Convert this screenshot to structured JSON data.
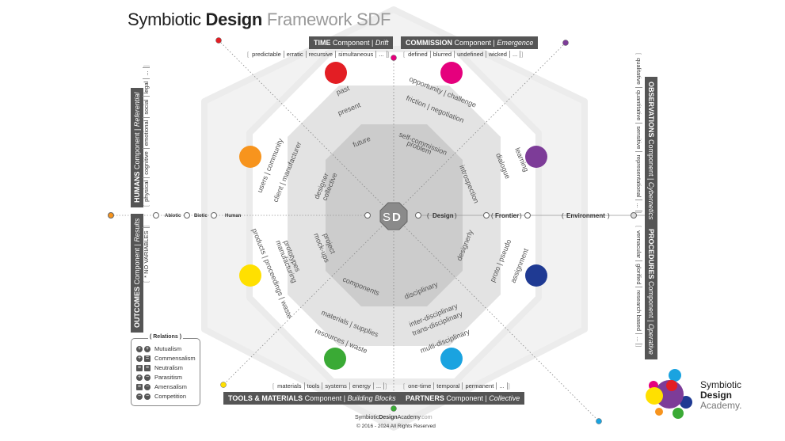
{
  "title": {
    "part1": "Symbiotic ",
    "part2": "Design",
    "part3": " Framework SDF"
  },
  "center_logo": {
    "s": "S",
    "d": "D"
  },
  "components": {
    "time": {
      "name": "TIME",
      "word": " Component | ",
      "sub": "Drift",
      "vars": [
        "predictable",
        "erratic",
        "recursive",
        "simultaneous",
        "..."
      ]
    },
    "commission": {
      "name": "COMMISSION",
      "word": " Component | ",
      "sub": "Emergence",
      "vars": [
        "defined",
        "blurred",
        "undefined",
        "wicked",
        "..."
      ]
    },
    "observations": {
      "name": "OBSERVATIONS",
      "word": " Component | ",
      "sub": "Cybernetics",
      "vars": [
        "qualitative",
        "quantitative",
        "sensitive",
        "representational",
        "..."
      ]
    },
    "procedures": {
      "name": "PROCEDURES",
      "word": " Component | ",
      "sub": "Operative",
      "vars": [
        "vernacular",
        "glorified",
        "research based",
        "..."
      ]
    },
    "partners": {
      "name": "PARTNERS",
      "word": " Component | ",
      "sub": "Collective",
      "vars": [
        "one-time",
        "temporal",
        "permanent",
        "..."
      ]
    },
    "tools": {
      "name": "TOOLS & MATERIALS",
      "word": " Component | ",
      "sub": "Building Blocks",
      "vars": [
        "materials",
        "tools",
        "systems",
        "energy",
        "..."
      ]
    },
    "outcomes": {
      "name": "OUTCOMES",
      "word": " Component | ",
      "sub": "Results",
      "vars": [
        "* NO VARIABLES"
      ]
    },
    "humans": {
      "name": "HUMANS",
      "word": " Component | ",
      "sub": "Referential",
      "vars": [
        "physical",
        "cognitive",
        "emotional",
        "social",
        "legal",
        "..."
      ]
    }
  },
  "axis_right": [
    "Design",
    "Frontier",
    "Environment"
  ],
  "axis_left": [
    "Abiotic",
    "Biotic",
    "Human"
  ],
  "ring_labels": {
    "time": [
      "past",
      "present",
      "future"
    ],
    "commission": [
      "opportunity | challenge",
      "friction | negotiation",
      "self-commission",
      "problem"
    ],
    "observations": [
      "learning",
      "dialogue",
      "introspection"
    ],
    "procedures": [
      "assignment",
      "proto | pseudo",
      "designerly"
    ],
    "partners": [
      "multi-disciplinary",
      "inter-disciplinary",
      "trans-disciplinary",
      "disciplinary"
    ],
    "tools": [
      "resources | waste",
      "materials | supplies",
      "components"
    ],
    "outcomes": [
      "products | proceedings | waste",
      "prototypes",
      "manufacturing",
      "project",
      "mock-ups"
    ],
    "humans": [
      "users | community",
      "client | manufacturer",
      "designer",
      "collective"
    ]
  },
  "relations": {
    "title": "Relations",
    "items": [
      {
        "a": "+",
        "b": "+",
        "label": "Mutualism"
      },
      {
        "a": "+",
        "b": "=",
        "label": "Commensalism"
      },
      {
        "a": "=",
        "b": "=",
        "label": "Neutralism"
      },
      {
        "a": "+",
        "b": "−",
        "label": "Parasitism"
      },
      {
        "a": "=",
        "b": "−",
        "label": "Amensalism"
      },
      {
        "a": "−",
        "b": "−",
        "label": "Competition"
      }
    ]
  },
  "footer": {
    "a": "Symbiotic",
    "b": "Design",
    "c": "Academy",
    "d": ".com",
    "copyright": "© 2016 - 2024 All Rights Reserved"
  },
  "brand": {
    "line1": "Symbiotic",
    "line2": "Design",
    "line3": "Academy."
  },
  "colors": {
    "time": "#e31e24",
    "commission": "#e5007d",
    "observations": "#7d3c98",
    "procedures": "#1f3a93",
    "partners": "#1aa3e0",
    "tools": "#3aaa35",
    "outcomes": "#ffe000",
    "humans": "#f7941d",
    "label_bg": "#555555",
    "octagon_outer": "#f2f2f2",
    "octagon_mid": "#e3e3e3",
    "octagon_inner": "#cccccc"
  }
}
